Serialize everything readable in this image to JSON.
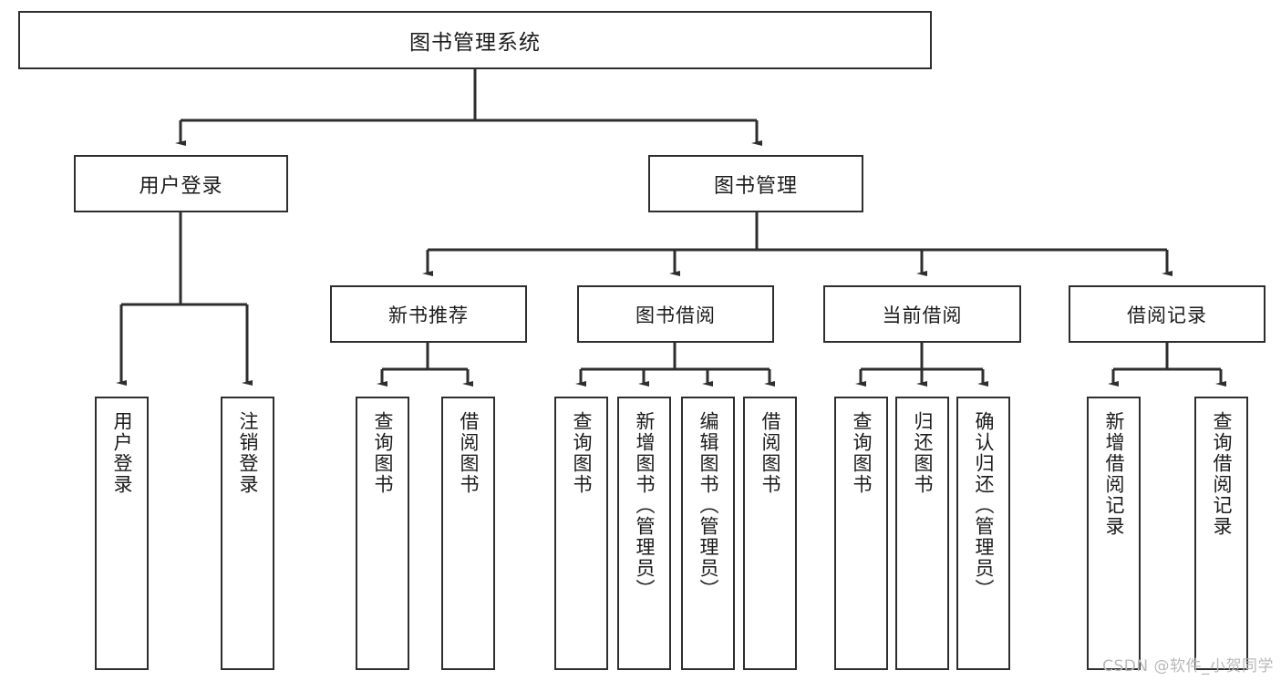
{
  "diagram": {
    "type": "tree",
    "title": "图书管理系统",
    "root": {
      "label": "图书管理系统"
    },
    "level2": [
      {
        "label": "用户登录"
      },
      {
        "label": "图书管理"
      }
    ],
    "level3": [
      {
        "label": "新书推荐"
      },
      {
        "label": "图书借阅"
      },
      {
        "label": "当前借阅"
      },
      {
        "label": "借阅记录"
      }
    ],
    "leaves": {
      "user_login": [
        {
          "label": "用户登录"
        },
        {
          "label": "注销登录"
        }
      ],
      "new_book_recommend": [
        {
          "label": "查询图书"
        },
        {
          "label": "借阅图书"
        }
      ],
      "book_borrow": [
        {
          "label": "查询图书"
        },
        {
          "label": "新增图书（管理员）"
        },
        {
          "label": "编辑图书（管理员）"
        },
        {
          "label": "借阅图书"
        }
      ],
      "current_borrow": [
        {
          "label": "查询图书"
        },
        {
          "label": "归还图书"
        },
        {
          "label": "确认归还（管理员）"
        }
      ],
      "borrow_record": [
        {
          "label": "新增借阅记录"
        },
        {
          "label": "查询借阅记录"
        }
      ]
    }
  },
  "watermark": {
    "text": "CSDN @软件_小贺同学"
  },
  "colors": {
    "stroke": "#2e2e2e",
    "background": "#ffffff",
    "text": "#1b1b1b",
    "watermark": "#b9b9b9"
  }
}
